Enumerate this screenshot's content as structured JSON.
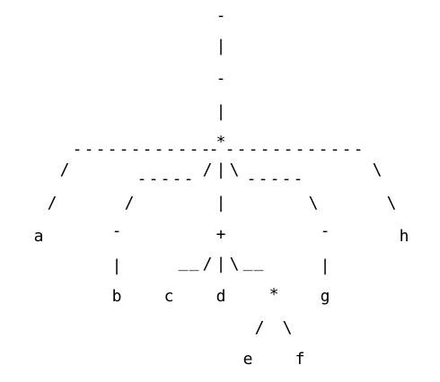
{
  "diagram": {
    "glyphs": [
      "-",
      "|",
      "-",
      "|",
      "*",
      "-",
      "-",
      "-",
      "-",
      "-",
      "-",
      "-",
      "-",
      "-",
      "-",
      "-",
      "-",
      "-",
      "-",
      "-",
      "-",
      "-",
      "-",
      "-",
      "-",
      "-",
      "-",
      "-",
      "-",
      "-",
      "/",
      "-",
      "-",
      "-",
      "-",
      "-",
      "/",
      "|",
      "\\",
      "-",
      "-",
      "-",
      "-",
      "-",
      "\\",
      "/",
      "/",
      "|",
      "\\",
      "\\",
      "a",
      "-",
      "+",
      "-",
      "h",
      "|",
      "_",
      "_",
      "/",
      "|",
      "\\",
      "_",
      "_",
      "|",
      "b",
      "c",
      "d",
      "*",
      "g",
      "/",
      "\\",
      "e",
      "f"
    ]
  }
}
